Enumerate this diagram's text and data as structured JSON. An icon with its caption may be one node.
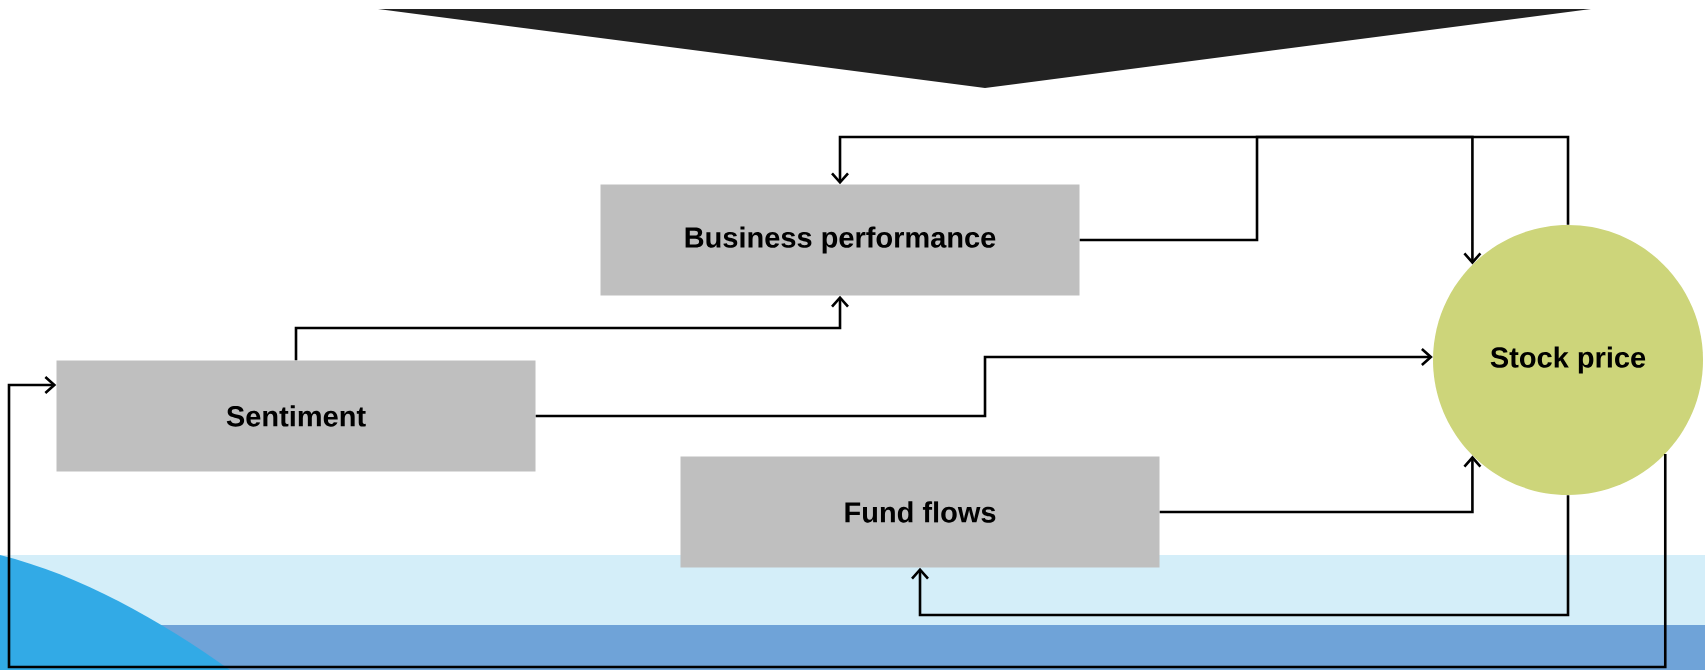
{
  "diagram": {
    "nodes": [
      {
        "text": [
          "Business performance"
        ]
      },
      {
        "text": [
          "Sentiment"
        ]
      },
      {
        "text": [
          "Fund flows"
        ]
      },
      {
        "text": [
          "Stock price"
        ]
      }
    ],
    "edges": [
      {
        "from": 0,
        "to": 3,
        "arrow": "to"
      },
      {
        "from": 3,
        "to": 0,
        "arrow": "to"
      },
      {
        "from": 1,
        "to": 0,
        "arrow": "to"
      },
      {
        "from": 1,
        "to": 3,
        "arrow": "to"
      },
      {
        "from": 2,
        "to": 3,
        "arrow": "to"
      },
      {
        "from": 3,
        "to": 2,
        "arrow": "to"
      },
      {
        "from": 3,
        "to": 1,
        "arrow": "to"
      }
    ]
  }
}
